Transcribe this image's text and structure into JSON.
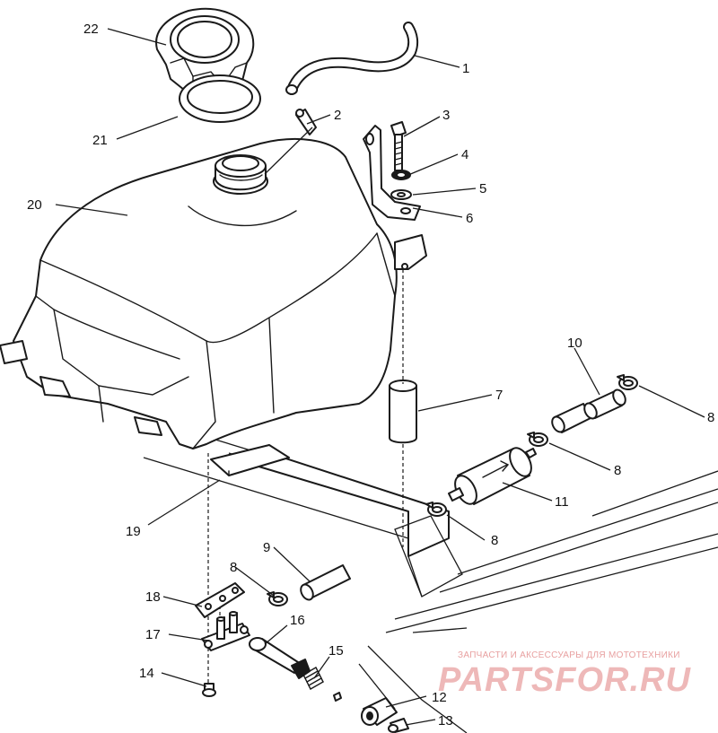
{
  "callouts": [
    {
      "id": "1",
      "label": "1"
    },
    {
      "id": "2",
      "label": "2"
    },
    {
      "id": "3",
      "label": "3"
    },
    {
      "id": "4",
      "label": "4"
    },
    {
      "id": "5",
      "label": "5"
    },
    {
      "id": "6",
      "label": "6"
    },
    {
      "id": "7",
      "label": "7"
    },
    {
      "id": "8a",
      "label": "8"
    },
    {
      "id": "8b",
      "label": "8"
    },
    {
      "id": "8c",
      "label": "8"
    },
    {
      "id": "8d",
      "label": "8"
    },
    {
      "id": "9",
      "label": "9"
    },
    {
      "id": "10",
      "label": "10"
    },
    {
      "id": "11",
      "label": "11"
    },
    {
      "id": "12",
      "label": "12"
    },
    {
      "id": "13",
      "label": "13"
    },
    {
      "id": "14",
      "label": "14"
    },
    {
      "id": "15",
      "label": "15"
    },
    {
      "id": "16",
      "label": "16"
    },
    {
      "id": "17",
      "label": "17"
    },
    {
      "id": "18",
      "label": "18"
    },
    {
      "id": "19",
      "label": "19"
    },
    {
      "id": "20",
      "label": "20"
    },
    {
      "id": "21",
      "label": "21"
    },
    {
      "id": "22",
      "label": "22"
    }
  ],
  "watermark": {
    "tagline": "ЗАПЧАСТИ И АКСЕССУАРЫ ДЛЯ МОТОТЕХНИКИ",
    "brand": "PARTSFOR.RU",
    "color": "#e8a0a0"
  }
}
